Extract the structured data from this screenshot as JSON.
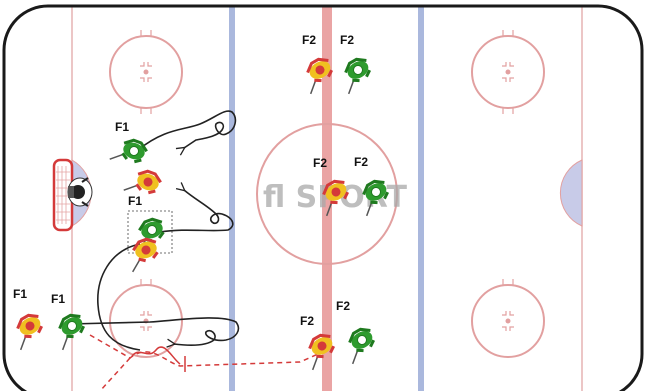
{
  "diagram": {
    "logo_text": "fl SPORT",
    "colors": {
      "rink_border": "#1a1a1a",
      "red_line": "#e8a0a0",
      "blue_line": "#aab8dd",
      "faceoff_circle": "#e2a0a0",
      "crease_fill": "#c8cbe8",
      "skate_path": "#222222",
      "pass_path": "#d43a3a",
      "player_green": "#2e9b2e",
      "player_red": "#d43a3a",
      "player_yellow": "#f0c020"
    },
    "labels": [
      {
        "id": "f2-top-left",
        "text": "F2"
      },
      {
        "id": "f2-top-right",
        "text": "F2"
      },
      {
        "id": "f1-upper",
        "text": "F1"
      },
      {
        "id": "f2-mid-left",
        "text": "F2"
      },
      {
        "id": "f2-mid-right",
        "text": "F2"
      },
      {
        "id": "f1-middle",
        "text": "F1"
      },
      {
        "id": "f1-bottom-left",
        "text": "F1"
      },
      {
        "id": "f1-bottom-right",
        "text": "F1"
      },
      {
        "id": "f2-bottom-left",
        "text": "F2"
      },
      {
        "id": "f2-bottom-right",
        "text": "F2"
      }
    ]
  }
}
